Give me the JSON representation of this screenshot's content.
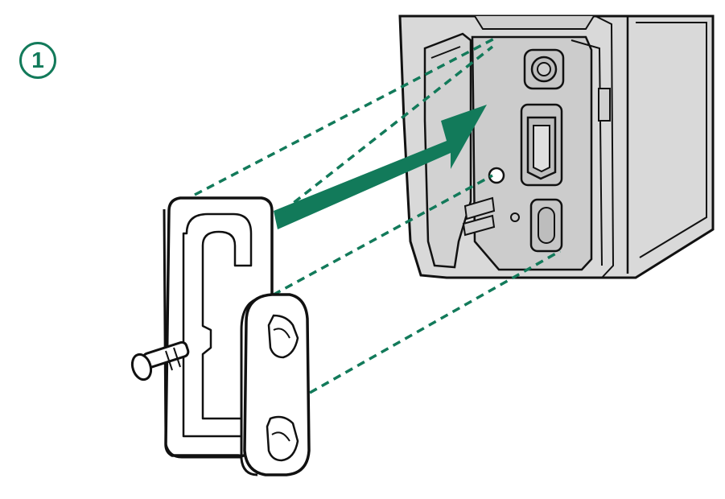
{
  "step": {
    "number": "1"
  },
  "colors": {
    "accent": "#127a5a",
    "outline": "#111111",
    "camera_body": "#d8d8d8",
    "camera_panel": "#cfcfcf",
    "cover_fill": "#ffffff"
  },
  "icons": {
    "step_badge": "circled-digit-one",
    "arrow": "insert-direction-arrow",
    "guide_lines": "dashed-alignment-lines"
  }
}
